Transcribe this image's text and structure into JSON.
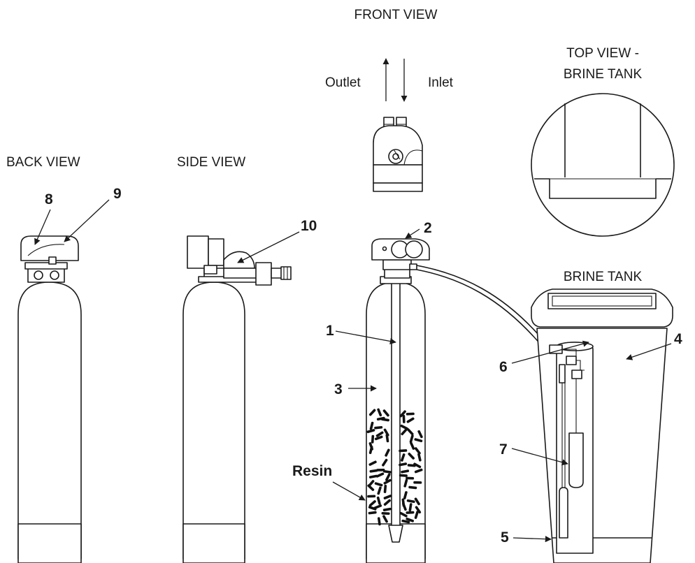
{
  "views": {
    "front": "FRONT VIEW",
    "top_line1": "TOP VIEW -",
    "top_line2": "BRINE TANK",
    "back": "BACK VIEW",
    "side": "SIDE VIEW",
    "brine_tank": "BRINE TANK"
  },
  "flow": {
    "outlet": "Outlet",
    "inlet": "Inlet"
  },
  "callouts": {
    "c1": "1",
    "c2": "2",
    "c3": "3",
    "c4": "4",
    "c5": "5",
    "c6": "6",
    "c7": "7",
    "c8": "8",
    "c9": "9",
    "c10": "10",
    "resin": "Resin"
  },
  "colors": {
    "ink": "#1a1a1a",
    "background": "#ffffff"
  }
}
